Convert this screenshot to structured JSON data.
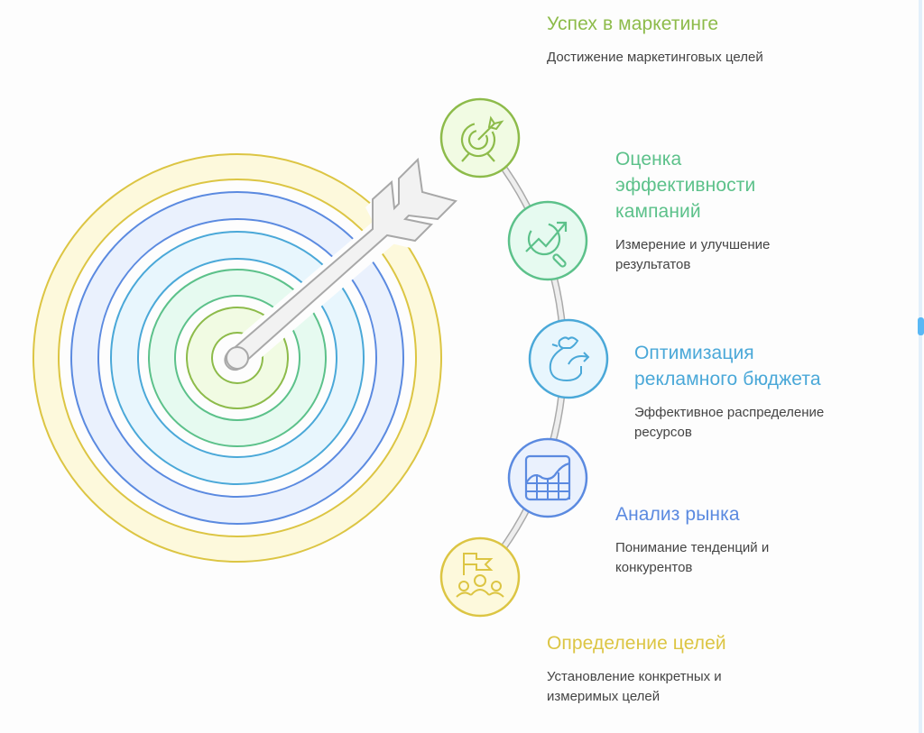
{
  "steps": [
    {
      "title": "Успех в маркетинге",
      "title_lines": [
        "Успех в маркетинге"
      ],
      "description": "Достижение маркетинговых целей",
      "desc_lines": [
        "Достижение маркетинговых",
        "целей"
      ],
      "icon": "target-with-arrow-icon",
      "color": "#8dbb4a",
      "fill": "#f1fbe3"
    },
    {
      "title": "Оценка эффективности кампаний",
      "title_lines": [
        "Оценка",
        "эффективности",
        "кампаний"
      ],
      "description": "Измерение и улучшение результатов",
      "desc_lines": [
        "Измерение и улучшение",
        "результатов"
      ],
      "icon": "magnifier-trend-icon",
      "color": "#5cc18a",
      "fill": "#e6faf0"
    },
    {
      "title": "Оптимизация рекламного бюджета",
      "title_lines": [
        "Оптимизация",
        "рекламного бюджета"
      ],
      "description": "Эффективное распределение ресурсов",
      "desc_lines": [
        "Эффективное распределение",
        "ресурсов"
      ],
      "icon": "money-bag-arrow-icon",
      "color": "#4aa8d8",
      "fill": "#e8f6fd"
    },
    {
      "title": "Анализ рынка",
      "title_lines": [
        "Анализ рынка"
      ],
      "description": "Понимание тенденций и конкурентов",
      "desc_lines": [
        "Понимание тенденций и",
        "конкурентов"
      ],
      "icon": "chart-grid-icon",
      "color": "#5b8ae0",
      "fill": "#eaf1fd"
    },
    {
      "title": "Определение целей",
      "title_lines": [
        "Определение целей"
      ],
      "description": "Установление конкретных и измеримых целей",
      "desc_lines": [
        "Установление конкретных и",
        "измеримых целей"
      ],
      "icon": "flag-team-icon",
      "color": "#dcc543",
      "fill": "#fdf9dc"
    }
  ],
  "target": {
    "rings": [
      {
        "name": "goals-ring",
        "color": "#dcc543",
        "fill": "#fdf9dc"
      },
      {
        "name": "market-ring",
        "color": "#5b8ae0",
        "fill": "#eaf1fd"
      },
      {
        "name": "budget-ring",
        "color": "#4aa8d8",
        "fill": "#e8f6fd"
      },
      {
        "name": "campaign-ring",
        "color": "#5cc18a",
        "fill": "#e6faf0"
      },
      {
        "name": "success-ring",
        "color": "#8dbb4a",
        "fill": "#f1fbe3"
      }
    ],
    "arrow_color": "#f2f2f2",
    "arrow_stroke": "#a8a8a8"
  },
  "connector": {
    "color": "#eeeeee",
    "stroke": "#aaaaaa"
  },
  "scrollbar": {
    "thumb_color": "#5ab8f5"
  }
}
